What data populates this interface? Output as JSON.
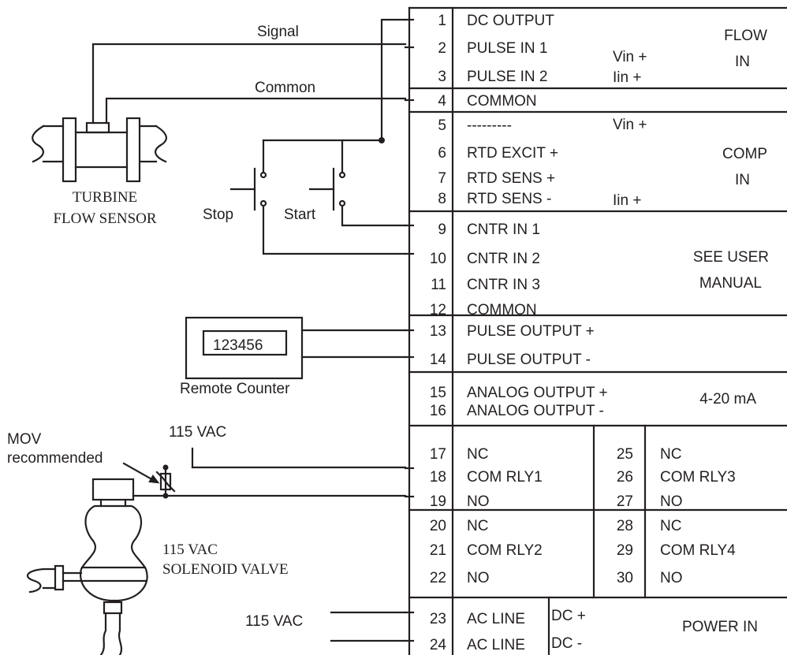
{
  "colors": {
    "ink": "#231f20",
    "background": "#ffffff"
  },
  "sensor": {
    "signal_label": "Signal",
    "common_label": "Common",
    "name_line1": "TURBINE",
    "name_line2": "FLOW SENSOR"
  },
  "switches": {
    "stop_label": "Stop",
    "start_label": "Start"
  },
  "remote_counter": {
    "display": "123456",
    "label": "Remote Counter"
  },
  "solenoid": {
    "mov_line1": "MOV",
    "mov_line2": "recommended",
    "supply_label": "115 VAC",
    "name_line1": "115 VAC",
    "name_line2": "SOLENOID VALVE"
  },
  "power_supply_label": "115 VAC",
  "terminal_block": {
    "rows": [
      {
        "num": "1",
        "label": "DC OUTPUT"
      },
      {
        "num": "2",
        "label": "PULSE IN 1"
      },
      {
        "num": "3",
        "label": "PULSE IN 2"
      },
      {
        "num": "4",
        "label": "COMMON"
      },
      {
        "num": "5",
        "label": "---------"
      },
      {
        "num": "6",
        "label": "RTD EXCIT +"
      },
      {
        "num": "7",
        "label": "RTD SENS   +"
      },
      {
        "num": "8",
        "label": "RTD SENS -"
      },
      {
        "num": "9",
        "label": "CNTR IN 1"
      },
      {
        "num": "10",
        "label": "CNTR IN 2"
      },
      {
        "num": "11",
        "label": "CNTR IN 3"
      },
      {
        "num": "12",
        "label": "COMMON"
      },
      {
        "num": "13",
        "label": "PULSE OUTPUT +"
      },
      {
        "num": "14",
        "label": "PULSE OUTPUT -"
      },
      {
        "num": "15",
        "label": "ANALOG OUTPUT +"
      },
      {
        "num": "16",
        "label": "ANALOG OUTPUT -"
      },
      {
        "num": "17",
        "label": "NC"
      },
      {
        "num": "18",
        "label": "COM RLY1"
      },
      {
        "num": "19",
        "label": "NO"
      },
      {
        "num": "20",
        "label": "NC"
      },
      {
        "num": "21",
        "label": "COM RLY2"
      },
      {
        "num": "22",
        "label": "NO"
      },
      {
        "num": "23",
        "label": "AC LINE"
      },
      {
        "num": "24",
        "label": "AC LINE"
      }
    ],
    "relay_right": [
      {
        "num": "25",
        "label": "NC"
      },
      {
        "num": "26",
        "label": "COM RLY3"
      },
      {
        "num": "27",
        "label": "NO"
      },
      {
        "num": "28",
        "label": "NC"
      },
      {
        "num": "29",
        "label": "COM RLY4"
      },
      {
        "num": "30",
        "label": "NO"
      }
    ],
    "flow_vin": "Vin +",
    "flow_iin": "Iin +",
    "flow_in_line1": "FLOW",
    "flow_in_line2": "IN",
    "comp_vin": "Vin +",
    "comp_iin": "Iin +",
    "comp_in_line1": "COMP",
    "comp_in_line2": "IN",
    "see_user_line1": "SEE USER",
    "see_user_line2": "MANUAL",
    "analog_range": "4-20 mA",
    "dc_plus": "DC +",
    "dc_minus": "DC -",
    "power_in": "POWER IN"
  }
}
